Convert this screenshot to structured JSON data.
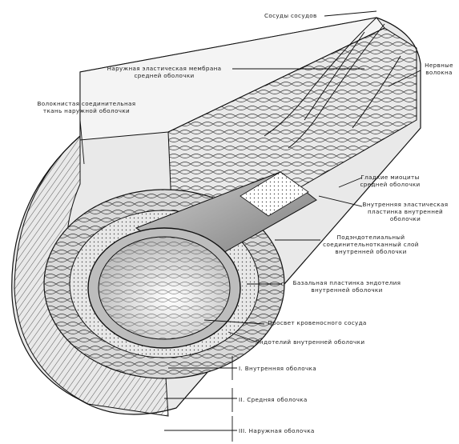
{
  "labels": {
    "vasa_vasorum": "Сосуды сосудов",
    "outer_elastic_membrane_line1": "Наружная эластическая мембрана",
    "outer_elastic_membrane_line2": "средней оболочки",
    "nerve_fibers_line1": "Нервные",
    "nerve_fibers_line2": "волокна",
    "loose_connective_line1": "Волокнистая соединительная",
    "loose_connective_line2": "ткань наружной оболочки",
    "smooth_muscle_line1": "Гладкие миоциты",
    "smooth_muscle_line2": "средней оболочки",
    "inner_elastic_lamina_line1": "Внутренняя эластическая",
    "inner_elastic_lamina_line2": "пластинка внутренней",
    "inner_elastic_lamina_line3": "оболочки",
    "subendothelial_line1": "Подэндотелиальный",
    "subendothelial_line2": "соединительнотканный слой",
    "subendothelial_line3": "внутренней оболочки",
    "basement_membrane_line1": "Базальная пластинка эндотелия",
    "basement_membrane_line2": "внутренней оболочки",
    "lumen": "Просвет кровеносного сосуда",
    "endothelium": "Эндотелий внутренней оболочки",
    "tunica_intima": "I. Внутренняя оболочка",
    "tunica_media": "II. Средняя оболочка",
    "tunica_adventitia": "III. Наружная оболочка"
  }
}
